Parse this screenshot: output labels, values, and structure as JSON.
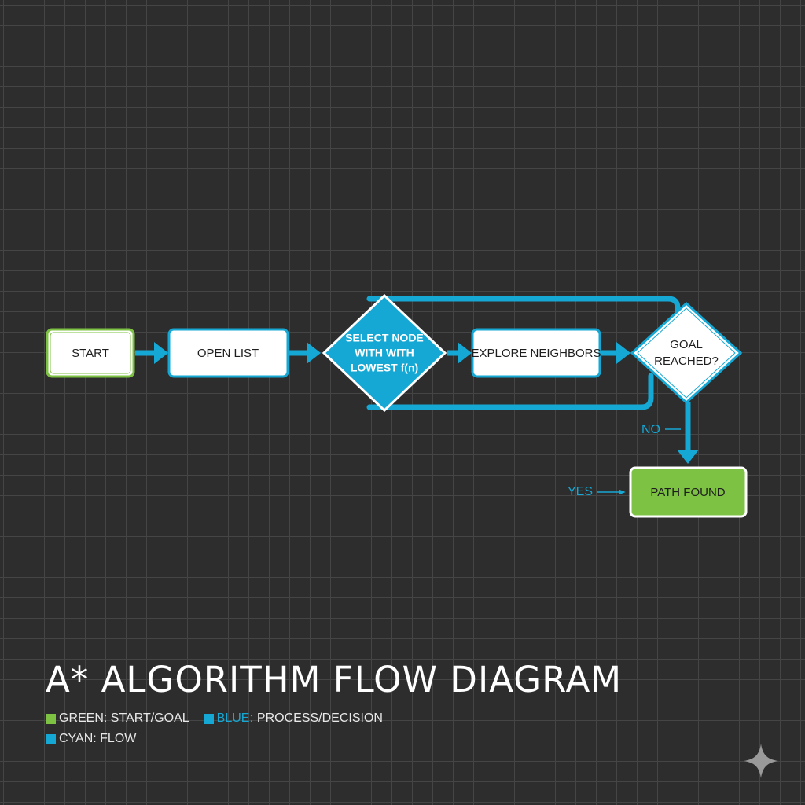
{
  "colors": {
    "background": "#2d2d2d",
    "grid": "#454545",
    "green": "#7dc242",
    "blue": "#16a8d4",
    "cyan": "#16a8d4",
    "node_fill": "#ffffff",
    "text_dark": "#1e1e1e"
  },
  "nodes": {
    "start": "START",
    "open_list": "OPEN LIST",
    "select_node": [
      "SELECT NODE",
      "WITH WITH",
      "LOWEST f(n)"
    ],
    "explore_neighbors": "EXPLORE NEIGHBORS",
    "goal_reached": [
      "GOAL",
      "REACHED?"
    ],
    "path_found": "PATH FOUND"
  },
  "edge_labels": {
    "no": "NO",
    "yes": "YES"
  },
  "title": "A* ALGORITHM FLOW DIAGRAM",
  "legend": {
    "green_label": "GREEN: START/GOAL",
    "blue_key": "BLUE:",
    "blue_label": "PROCESS/DECISION",
    "cyan_label": "CYAN: FLOW"
  },
  "icons": {
    "corner": "sparkle-icon"
  }
}
